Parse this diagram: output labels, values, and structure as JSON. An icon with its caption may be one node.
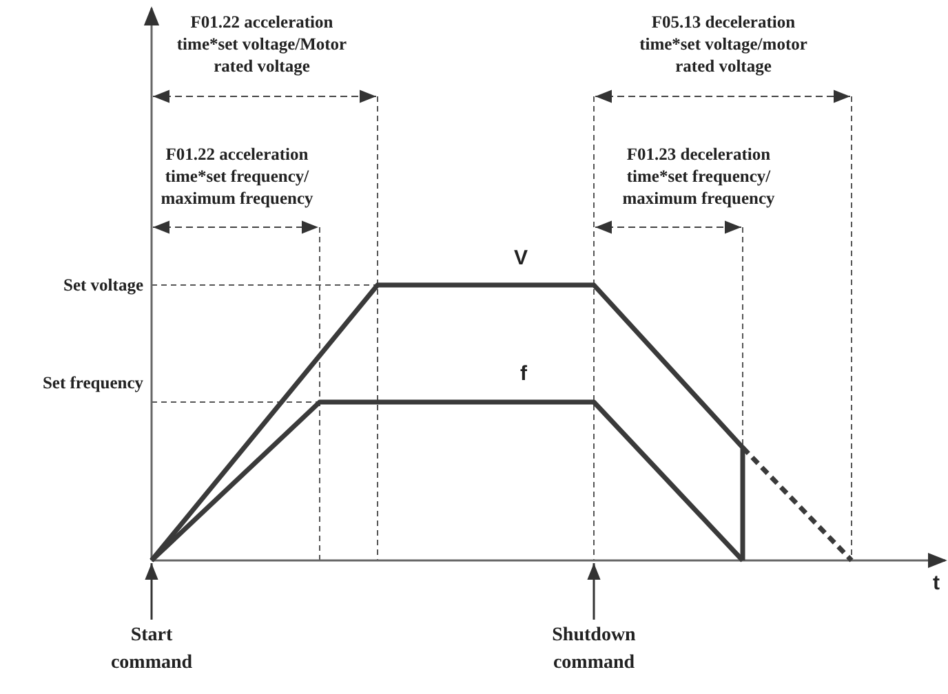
{
  "diagram": {
    "nodes": [
      {
        "text": [
          "Start command"
        ]
      },
      {
        "text": [
          "Shutdown command"
        ]
      },
      {
        "text": [],
        "shape": "line",
        "beside": [
          "t"
        ]
      }
    ],
    "edges": [
      {
        "from": 0,
        "to": 2,
        "arrow": "to"
      },
      {
        "from": 1,
        "to": 2,
        "arrow": "to"
      }
    ],
    "labels": [
      "F01.22 acceleration time*set voltage/Motor rated voltage",
      "F05.13 deceleration time*set voltage/motor rated voltage",
      "F01.22 acceleration time*set frequency/ maximum frequency",
      "F01.23 deceleration time*set frequency/ maximum frequency",
      "V",
      "Set voltage",
      "f",
      "Set frequency"
    ]
  }
}
